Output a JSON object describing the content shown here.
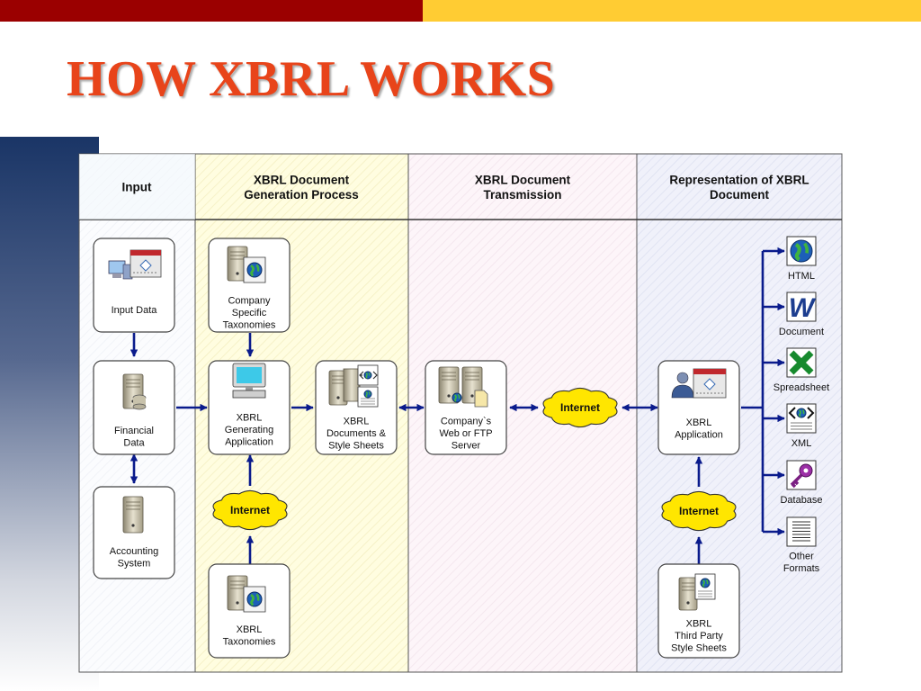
{
  "title": "HOW XBRL WORKS",
  "lanes": [
    {
      "id": "input",
      "label": [
        "Input"
      ]
    },
    {
      "id": "generation",
      "label": [
        "XBRL Document",
        "Generation Process"
      ]
    },
    {
      "id": "transmission",
      "label": [
        "XBRL Document",
        "Transmission"
      ]
    },
    {
      "id": "representation",
      "label": [
        "Representation of XBRL",
        "Document"
      ]
    }
  ],
  "nodes": [
    {
      "id": "input-data",
      "label": [
        "Input  Data"
      ],
      "icon": "computer-form-icon"
    },
    {
      "id": "financial-data",
      "label": [
        "Financial",
        "Data"
      ],
      "icon": "database-server-icon"
    },
    {
      "id": "accounting-system",
      "label": [
        "Accounting",
        "System"
      ],
      "icon": "server-icon"
    },
    {
      "id": "company-taxonomies",
      "label": [
        "Company",
        "Specific",
        "Taxonomies"
      ],
      "icon": "server-globe-icon"
    },
    {
      "id": "xbrl-generating-app",
      "label": [
        "XBRL",
        "Generating",
        "Application"
      ],
      "icon": "monitor-icon"
    },
    {
      "id": "xbrl-documents",
      "label": [
        "XBRL",
        "Documents &",
        "Style Sheets"
      ],
      "icon": "server-documents-icon"
    },
    {
      "id": "xbrl-taxonomies",
      "label": [
        "XBRL",
        "Taxonomies"
      ],
      "icon": "server-globe-icon"
    },
    {
      "id": "web-ftp-server",
      "label": [
        "Company`s",
        "Web or FTP",
        "Server"
      ],
      "icon": "servers-icon"
    },
    {
      "id": "xbrl-application",
      "label": [
        "XBRL",
        "Application"
      ],
      "icon": "user-form-icon"
    },
    {
      "id": "third-party-sheets",
      "label": [
        "XBRL",
        "Third Party",
        "Style Sheets"
      ],
      "icon": "server-document-icon"
    }
  ],
  "clouds": [
    {
      "id": "internet-1",
      "label": "Internet"
    },
    {
      "id": "internet-2",
      "label": "Internet"
    },
    {
      "id": "internet-3",
      "label": "Internet"
    }
  ],
  "outputs": [
    {
      "id": "html",
      "label": [
        "HTML"
      ],
      "icon": "globe-icon"
    },
    {
      "id": "document",
      "label": [
        "Document"
      ],
      "icon": "word-icon"
    },
    {
      "id": "spreadsheet",
      "label": [
        "Spreadsheet"
      ],
      "icon": "excel-icon"
    },
    {
      "id": "xml",
      "label": [
        "XML"
      ],
      "icon": "xml-icon"
    },
    {
      "id": "database",
      "label": [
        "Database"
      ],
      "icon": "key-icon"
    },
    {
      "id": "other-formats",
      "label": [
        "Other",
        "Formats"
      ],
      "icon": "text-file-icon"
    }
  ],
  "colors": {
    "title": "#e8441a",
    "arrow": "#0a1b8c",
    "cloud": "#ffe600",
    "lane_generation": "#fffde0",
    "lane_transmission": "#fdf3f8",
    "lane_representation": "#eeeffa"
  }
}
